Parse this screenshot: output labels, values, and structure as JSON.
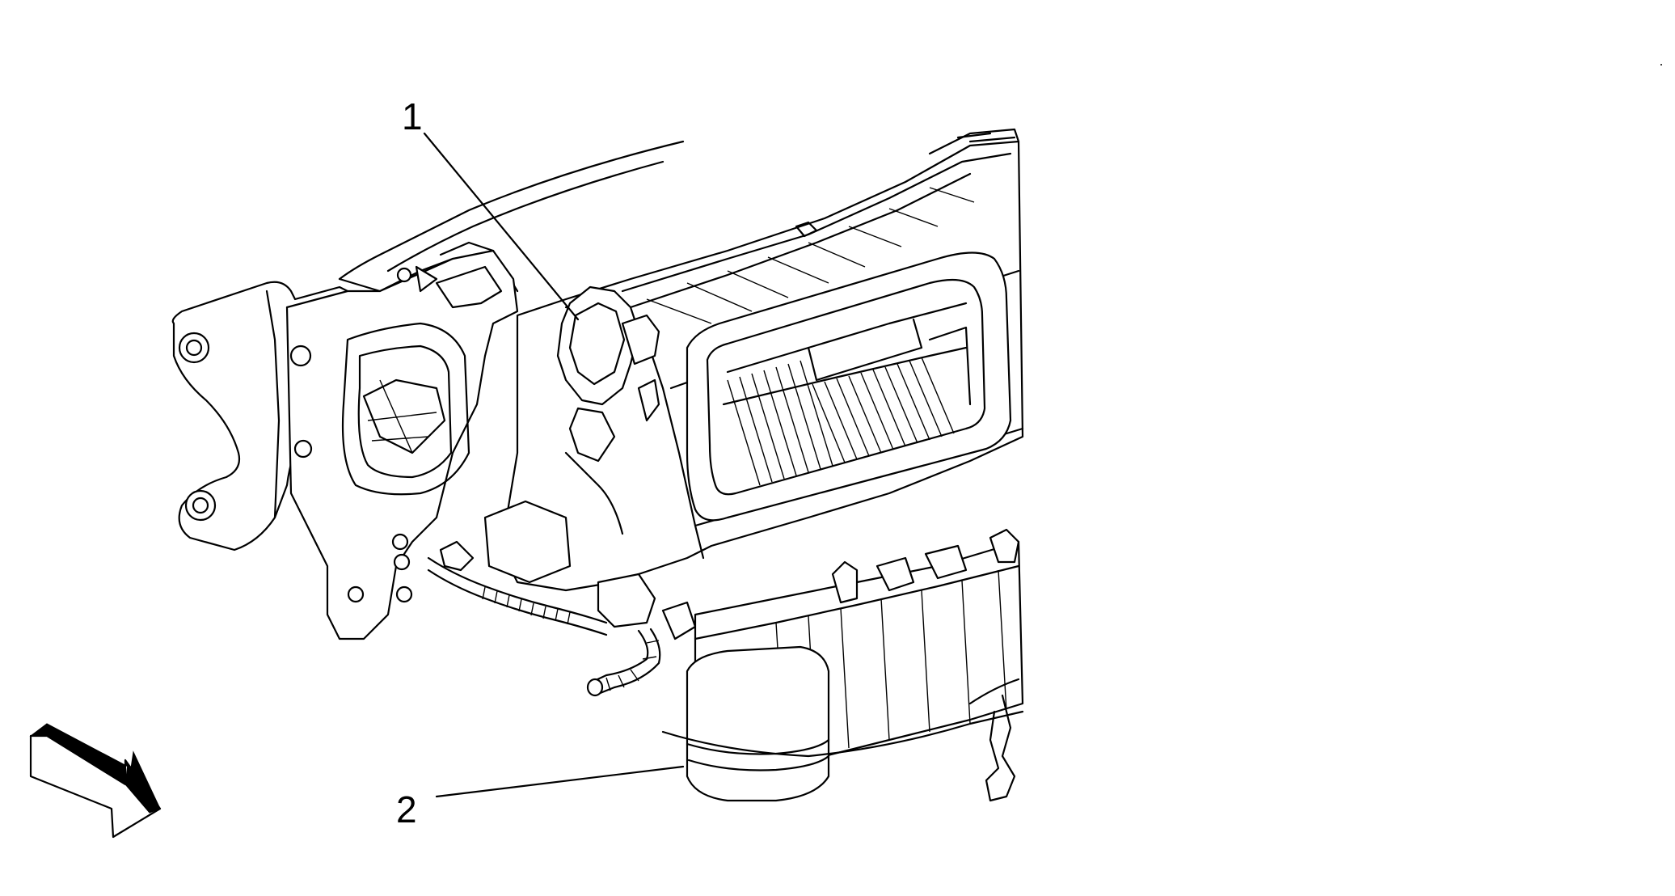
{
  "callouts": [
    {
      "id": "1",
      "label": "1",
      "part": "blend-door-actuator"
    },
    {
      "id": "2",
      "label": "2",
      "part": "blower-motor"
    }
  ],
  "colors": {
    "ink": "#000000",
    "paper": "#ffffff"
  },
  "icons": {
    "direction": "front-arrow-icon"
  }
}
